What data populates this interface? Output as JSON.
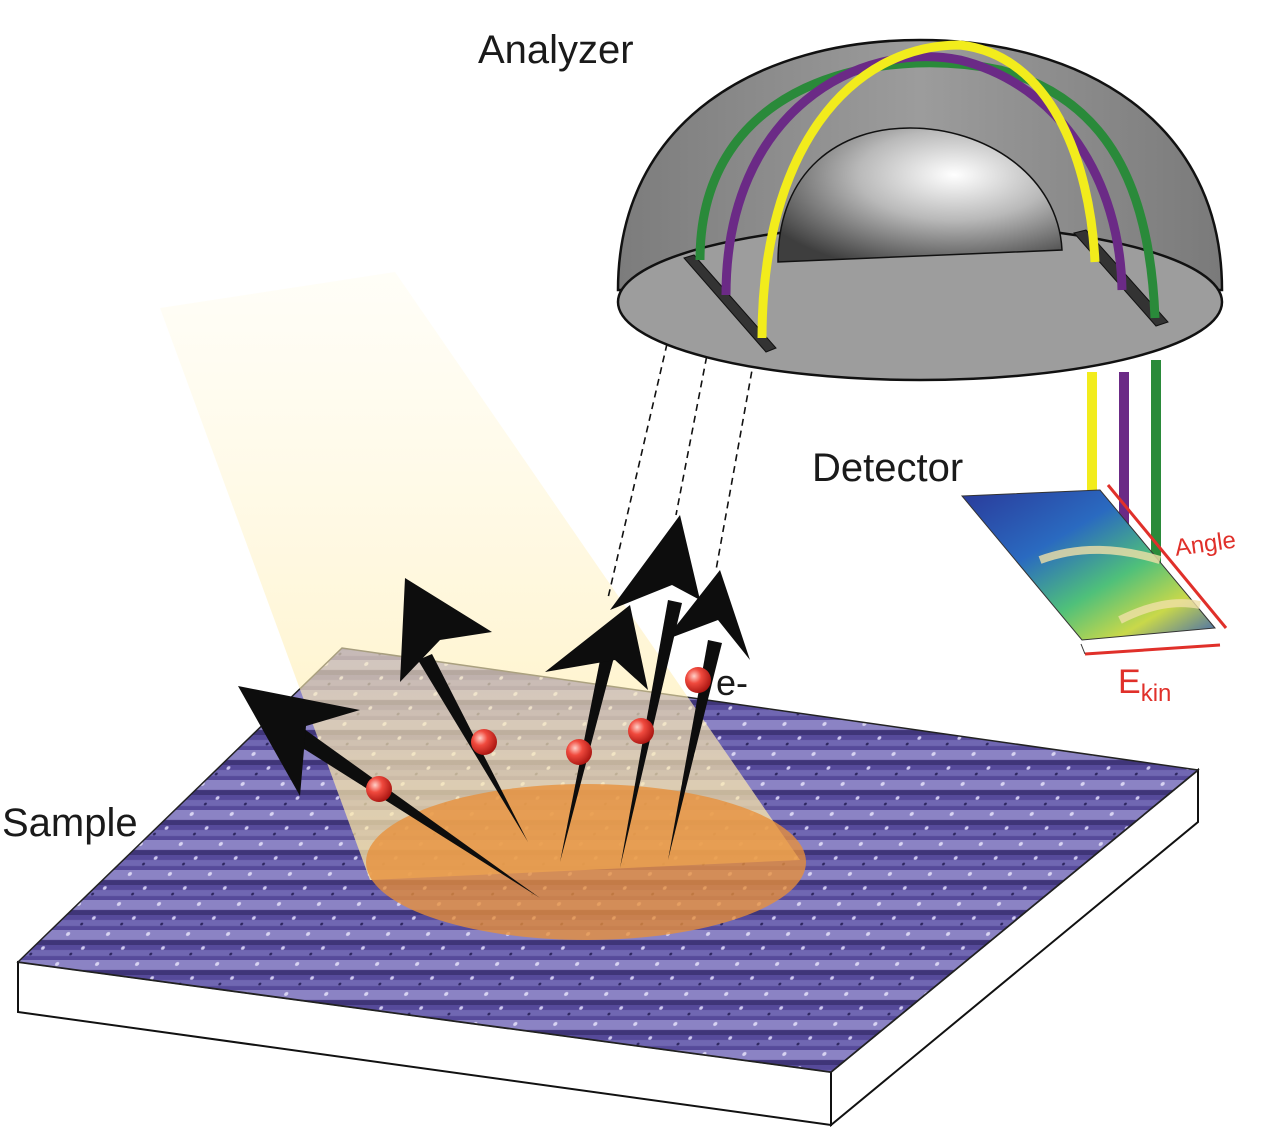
{
  "labels": {
    "analyzer": "Analyzer",
    "detector": "Detector",
    "sample": "Sample",
    "electron": "e-",
    "angle": "Angle",
    "ekin_main": "E",
    "ekin_sub": "kin"
  },
  "colors": {
    "analyzer_shell": "#8f8f8f",
    "analyzer_base": "#9a9a9a",
    "inner_sphere": "#cfcfcf",
    "path_yellow": "#f2ec1c",
    "path_purple": "#6b2a86",
    "path_green": "#2a8a3a",
    "light_beam": "#fff2b8",
    "beam_spot": "#e8903a",
    "sample_surface": "#5a4f9e",
    "electron": "#e8322a",
    "arrows": "#0d0d0d",
    "detector_axes": "#e0302a"
  },
  "icons": {
    "electron": "red-sphere",
    "emission": "black-arrow"
  }
}
